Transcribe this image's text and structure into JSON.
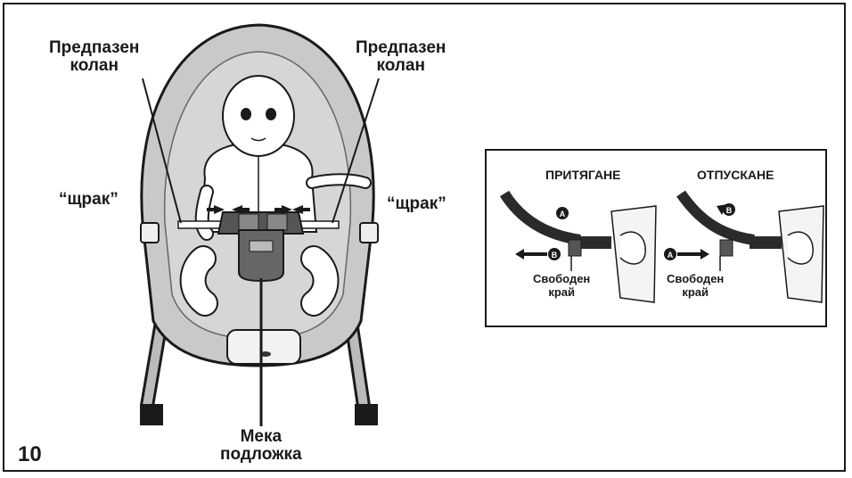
{
  "labels": {
    "belt_left_line1": "Предпазен",
    "belt_left_line2": "колан",
    "belt_right_line1": "Предпазен",
    "belt_right_line2": "колан",
    "click_left": "“щрак”",
    "click_right": "“щрак”",
    "pad_line1": "Мека",
    "pad_line2": "подложка",
    "page_number": "10"
  },
  "inset": {
    "tighten": "ПРИТЯГАНЕ",
    "loosen": "ОТПУСКАНЕ",
    "free_end_left_line1": "Свободен",
    "free_end_left_line2": "край",
    "free_end_right_line1": "Свободен",
    "free_end_right_line2": "край",
    "marker_a": "A",
    "marker_b": "B"
  },
  "colors": {
    "seat_fill": "#c9c9c9",
    "seat_outline": "#1a1a1a",
    "strap_dark": "#2a2a2a"
  }
}
